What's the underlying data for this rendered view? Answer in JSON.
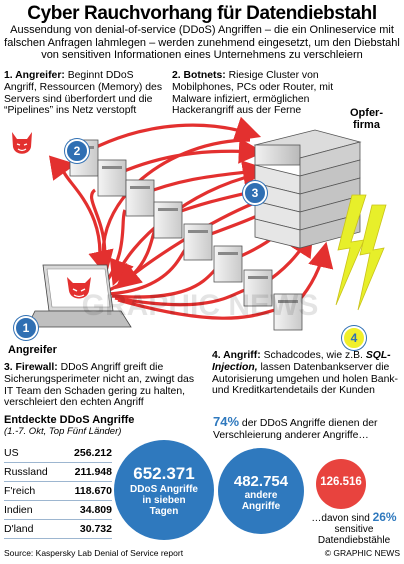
{
  "title": "Cyber Rauchvorhang für Datendiebstahl",
  "subtitle": "Aussendung von denial-of-service (DDoS) Angriffen – die ein Onlineservice mit falschen Anfragen lahmlegen – werden zunehmend eingesetzt, um den Diebstahl von sensitiven Informationen eines Unternehmens zu verschleiern",
  "steps": {
    "s1_bold": "1. Angreifer:",
    "s1_text": "Beginnt DDoS Angriff, Ressourcen (Memory) des Servers sind überfordert und die “Pipelines” ins Netz verstopft",
    "s2_bold": "2. Botnets:",
    "s2_text": "Riesige Cluster von Mobilphones, PCs oder Router, mit Malware infiziert, ermöglichen Hackerangriff aus der Ferne",
    "s3_bold": "3. Firewall:",
    "s3_text": "DDoS Angriff greift die Sicherungsperimeter nicht an, zwingt das IT Team den Schaden gering zu halten, verschleiert den echten Angriff",
    "s4_bold": "4. Angriff:",
    "s4_text_a": "Schadcodes, wie z.B.",
    "s4_sql": "SQL-Injection,",
    "s4_text_b": "lassen Datenbankserver die Autorisierung umgehen und holen Bank- und Kreditkartendetails der Kunden"
  },
  "labels": {
    "opferfirma_1": "Opfer-",
    "opferfirma_2": "firma",
    "angreifer": "Angreifer",
    "badge1": "1",
    "badge2": "2",
    "badge3": "3",
    "badge4": "4",
    "watermark": "GRAPHIC NEWS"
  },
  "stats_block": {
    "heading": "Entdeckte DDoS Angriffe",
    "subheading": "(1.-7. Okt, Top Fünf Länder)",
    "rows": [
      {
        "country": "US",
        "value": "256.212"
      },
      {
        "country": "Russland",
        "value": "211.948"
      },
      {
        "country": "F'reich",
        "value": "118.670"
      },
      {
        "country": "Indien",
        "value": "34.809"
      },
      {
        "country": "D'land",
        "value": "30.732"
      }
    ]
  },
  "highlight": {
    "pct": "74%",
    "text": "der DDoS Angriffe dienen der Verschleierung anderer Angriffe…"
  },
  "circles": {
    "c1_value": "652.371",
    "c1_label": "DDoS Angriffe in sieben Tagen",
    "c2_value": "482.754",
    "c2_label": "andere Angriffe",
    "c3_value": "126.516",
    "c3_note_a": "…davon sind",
    "c3_pct": "26%",
    "c3_note_b": "sensitive Datendiebstähle"
  },
  "footer": {
    "source": "Source: Kaspersky Lab Denial of Service report",
    "copyright": "© GRAPHIC NEWS"
  },
  "colors": {
    "accent_blue": "#2f79be",
    "arrow_red": "#e3302f",
    "lightning": "#e7ef2a",
    "circle_red": "#e8433e"
  }
}
